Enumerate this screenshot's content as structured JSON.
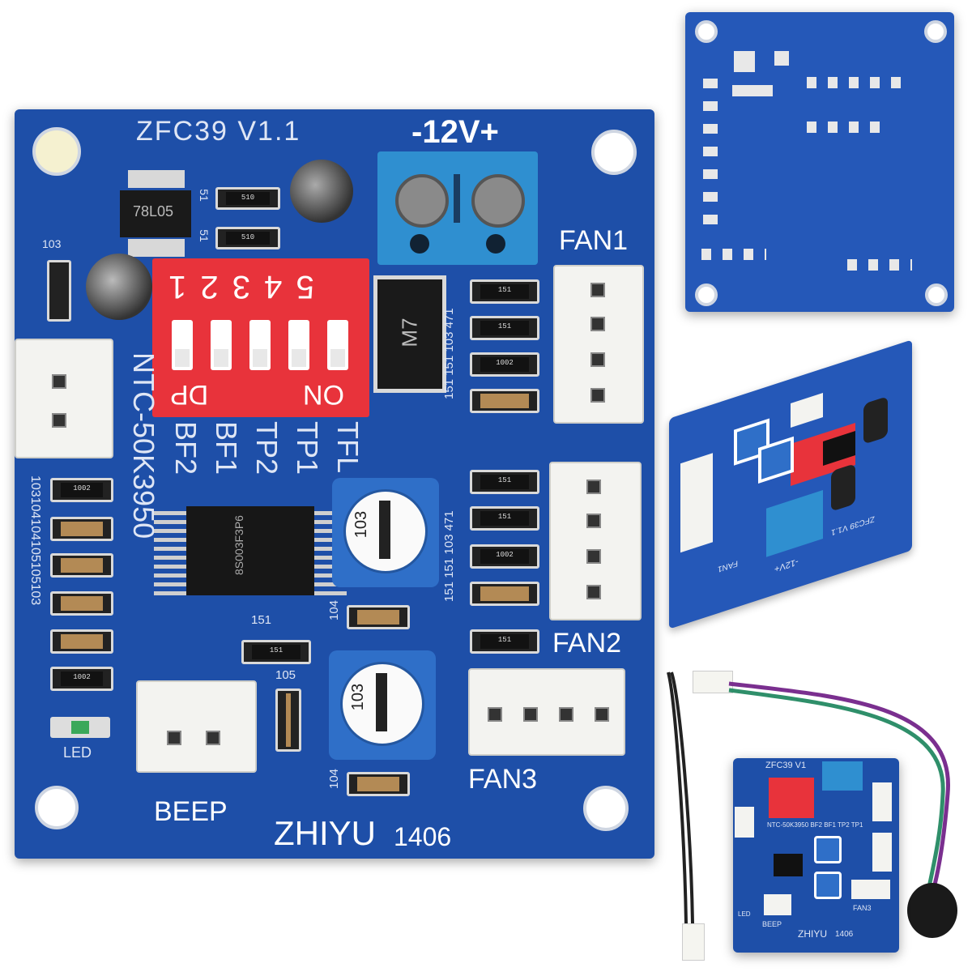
{
  "main_board": {
    "version": "ZFC39  V1.1",
    "power": "-12V+",
    "fan1": "FAN1",
    "fan2": "FAN2",
    "fan3": "FAN3",
    "beep": "BEEP",
    "led": "LED",
    "maker": "ZHIYU",
    "maker_num": "1406",
    "ntc": "NTC-50K3950",
    "dip_numbers": "5 4 3 2 1",
    "dip_dp": "DP",
    "dip_on": "ON",
    "modes": [
      "BF2",
      "BF1",
      "TP2",
      "TP1",
      "TFL"
    ],
    "reg": "78L05",
    "ic_text": "8S003F3P6",
    "diode": "M7",
    "r51a": "51",
    "r51b": "51",
    "res510": "510",
    "ref103": "103",
    "pot_code": "103",
    "left_codes": "103104104105105103",
    "mid_codes_top": "151 151 103 471",
    "mid_codes_bot": "151 151 103 471",
    "r151": "151",
    "c105": "105",
    "c104a": "104",
    "c104b": "104",
    "r151b": "151",
    "r1002": "1002"
  },
  "colors": {
    "pcb": "#1e4fa8",
    "terminal": "#2f8fd0",
    "dip": "#e8333b",
    "connector": "#f3f3f0"
  },
  "inset_bottom_view": {},
  "inset_angle_view": {
    "version": "ZFC39 V1.1",
    "power": "-12V+",
    "fan": "FAN1"
  },
  "inset_kit": {
    "version": "ZFC39 V1",
    "maker": "ZHIYU",
    "maker_num": "1406",
    "beep": "BEEP",
    "led": "LED",
    "fan3": "FAN3",
    "modes": "NTC-50K3950  BF2 BF1 TP2 TP1"
  }
}
